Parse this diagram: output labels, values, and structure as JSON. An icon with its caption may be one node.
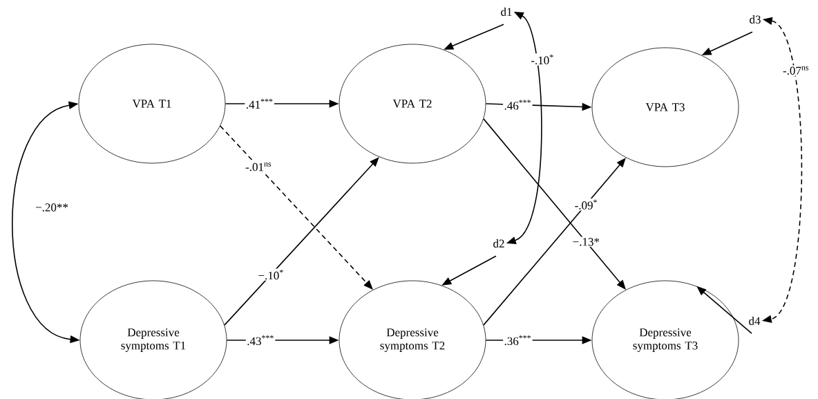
{
  "diagram": {
    "nodes": [
      {
        "text": [
          "VPA T1"
        ]
      },
      {
        "text": [
          "VPA T2"
        ]
      },
      {
        "text": [
          "VPA T3"
        ]
      },
      {
        "text": [
          "Depressive symptoms T1"
        ]
      },
      {
        "text": [
          "Depressive symptoms T2"
        ]
      },
      {
        "text": [
          "Depressive symptoms T3"
        ]
      },
      {
        "text": [
          "d1"
        ]
      },
      {
        "text": [
          "d2"
        ]
      },
      {
        "text": [
          "d3"
        ]
      },
      {
        "text": [
          "d4"
        ]
      }
    ],
    "edges": [
      {
        "from": 0,
        "to": 1,
        "arrow": "to",
        "label": ".41$^{***}$"
      },
      {
        "from": 0,
        "to": 4,
        "arrow": "to",
        "label": "-.01$^{ns}$",
        "style": "dashed"
      },
      {
        "from": 3,
        "to": 1,
        "arrow": "to",
        "label": "−.10$^{*}$"
      },
      {
        "from": 3,
        "to": 4,
        "arrow": "to",
        "label": ".43$^{***}$"
      },
      {
        "from": 1,
        "to": 2,
        "arrow": "to",
        "label": ".46$^{***}$"
      },
      {
        "from": 1,
        "to": 5,
        "arrow": "to",
        "label": "−.13*"
      },
      {
        "from": 4,
        "to": 2,
        "arrow": "to",
        "label": "-.09$^{*}$"
      },
      {
        "from": 4,
        "to": 5,
        "arrow": "to",
        "label": ".36$^{***}$"
      },
      {
        "from": 0,
        "to": 3,
        "arrow": "both",
        "label": "−.20**"
      },
      {
        "from": 6,
        "to": 1,
        "arrow": "to"
      },
      {
        "from": 7,
        "to": 4,
        "arrow": "to"
      },
      {
        "from": 8,
        "to": 2,
        "arrow": "to"
      },
      {
        "from": 9,
        "to": 5,
        "arrow": "to"
      },
      {
        "from": 6,
        "to": 7,
        "arrow": "both",
        "label": "-.10$^{*}$"
      },
      {
        "from": 8,
        "to": 9,
        "arrow": "both",
        "label": "-.07$^{ns}$",
        "style": "dashed"
      }
    ]
  }
}
